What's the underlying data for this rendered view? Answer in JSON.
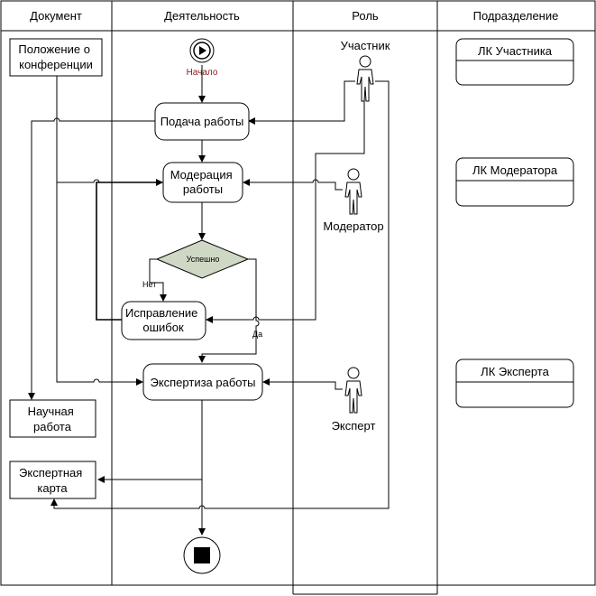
{
  "lanes": {
    "document": "Документ",
    "activity": "Деятельность",
    "role": "Роль",
    "department": "Подразделение"
  },
  "documents": {
    "conference_regulation": [
      "Положение о",
      "конференции"
    ],
    "scientific_work": [
      "Научная",
      "работа"
    ],
    "expert_card": [
      "Экспертная",
      "карта"
    ]
  },
  "activities": {
    "start_label": "Начало",
    "submit_work": [
      "Подача работы"
    ],
    "moderation": [
      "Модерация",
      "работы"
    ],
    "decision": "Успешно",
    "fix_errors": [
      "Исправление",
      "ошибок"
    ],
    "expertise": [
      "Экспертиза работы"
    ]
  },
  "branch_labels": {
    "no": "Нет",
    "yes": "Да"
  },
  "roles": {
    "participant": "Участник",
    "moderator": "Модератор",
    "expert": "Эксперт"
  },
  "departments": {
    "participant_cabinet": "ЛК Участника",
    "moderator_cabinet": "ЛК Модератора",
    "expert_cabinet": "ЛК Эксперта"
  },
  "colors": {
    "decision_fill": "#cfd8c4",
    "start_label": "#8b1a1a"
  },
  "icons": {
    "start": "play-circle-icon",
    "end": "stop-circle-icon",
    "actor": "stick-figure-icon"
  }
}
